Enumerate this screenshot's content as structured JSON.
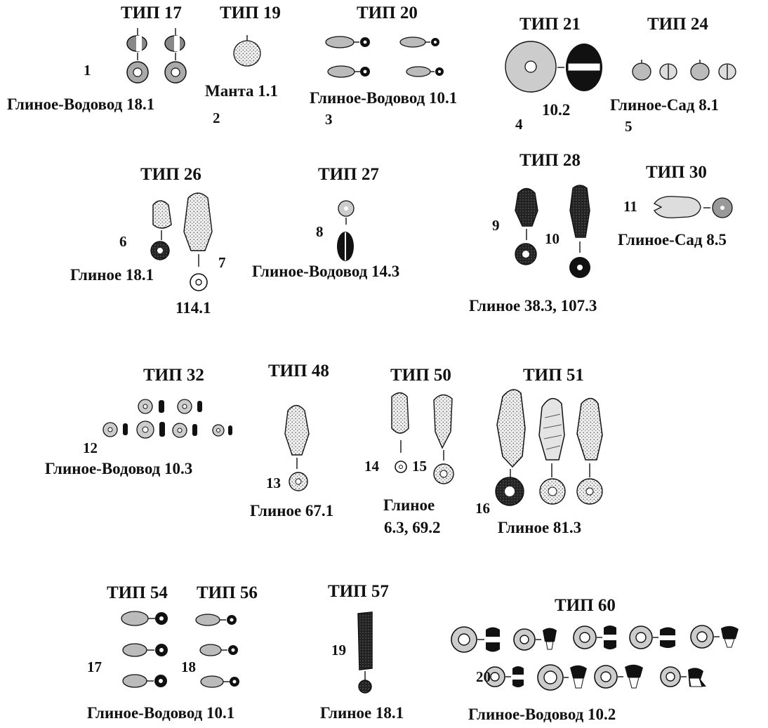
{
  "types": [
    "ТИП 17",
    "ТИП 19",
    "ТИП 20",
    "ТИП 21",
    "ТИП 24",
    "ТИП 26",
    "ТИП 27",
    "ТИП 28",
    "ТИП 30",
    "ТИП 32",
    "ТИП 48",
    "ТИП 50",
    "ТИП 51",
    "ТИП 54",
    "ТИП 56",
    "ТИП 57",
    "ТИП 60"
  ],
  "captions": [
    "Глиное-Водовод 18.1",
    "Манта 1.1",
    "Глиное-Водовод 10.1",
    "10.2",
    "Глиное-Сад 8.1",
    "Глиное 18.1",
    "114.1",
    "Глиное-Водовод 14.3",
    "Глиное 38.3, 107.3",
    "Глиное-Сад 8.5",
    "Глиное-Водовод 10.3",
    "Глиное 67.1",
    "Глиное",
    "6.3, 69.2",
    "Глиное 81.3",
    "Глиное-Водовод 10.1",
    "Глиное 18.1",
    "Глиное-Водовод 10.2"
  ],
  "numbers": [
    "1",
    "2",
    "3",
    "4",
    "5",
    "6",
    "7",
    "8",
    "9",
    "10",
    "11",
    "12",
    "13",
    "14",
    "15",
    "16",
    "17",
    "18",
    "19",
    "20"
  ]
}
